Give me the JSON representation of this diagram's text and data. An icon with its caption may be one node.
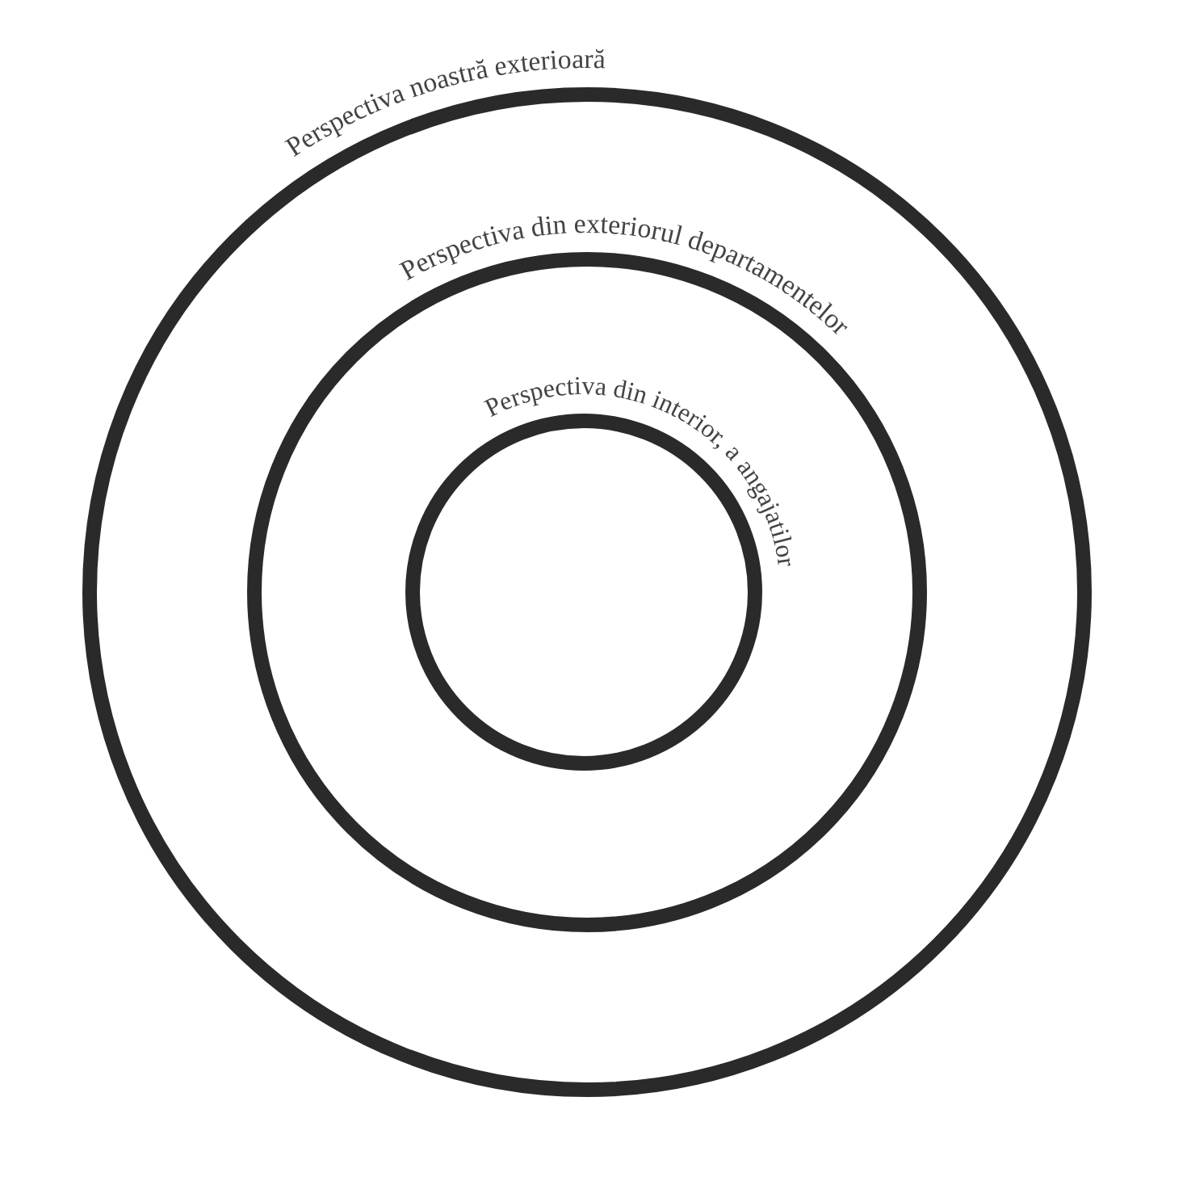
{
  "diagram": {
    "nodes": [
      {
        "text": [
          "Perspectiva noastră exterioară"
        ]
      },
      {
        "text": [
          "Perspectiva din exteriorul departamentelor"
        ],
        "in": 0
      },
      {
        "text": [
          "Perspectiva din interior, a angajatilor"
        ],
        "in": 1
      }
    ]
  }
}
